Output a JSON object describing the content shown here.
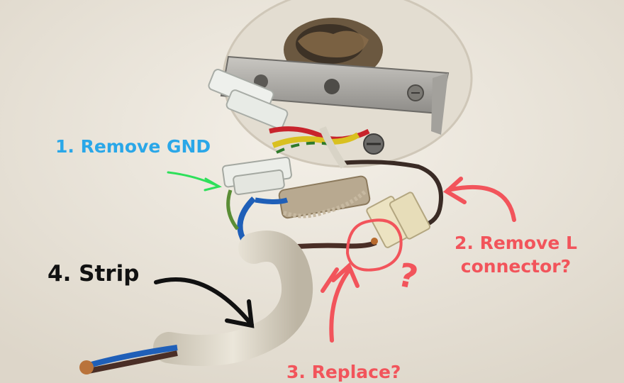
{
  "annotations": {
    "remove_gnd": "1. Remove GND",
    "remove_l_line1": "2. Remove L",
    "remove_l_line2": "connector?",
    "replace": "3. Replace?",
    "strip": "4. Strip",
    "question_mark": "?"
  },
  "colors": {
    "blue_annotation": "#2aa7e8",
    "red_annotation": "#f2545b",
    "black_annotation": "#111111",
    "green_arrow": "#2ee05a",
    "ceiling": "#ece7dd"
  },
  "icons": [
    "green-arrow",
    "black-arrow",
    "red-arrow",
    "red-circle"
  ]
}
